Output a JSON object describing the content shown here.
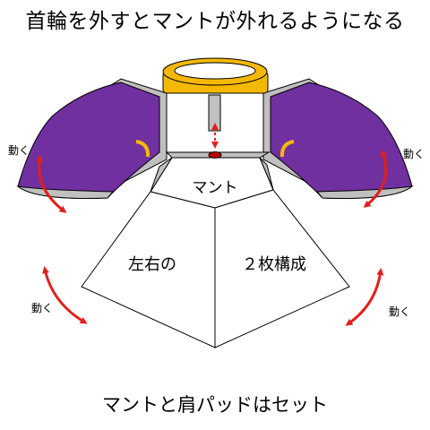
{
  "title": "首輪を外すとマントが外れるようになる",
  "caption": "マントと肩パッドはセット",
  "labels": {
    "cape_top": "マント",
    "cape_left": "左右の",
    "cape_right": "２枚構成",
    "move": "動く"
  },
  "colors": {
    "pad_purple": "#7030a0",
    "pad_gray": "#c0c0c0",
    "ring_gold": "#f5b800",
    "arrow_red": "#e0201b",
    "dot_red": "#c00000",
    "outline": "#000000"
  }
}
